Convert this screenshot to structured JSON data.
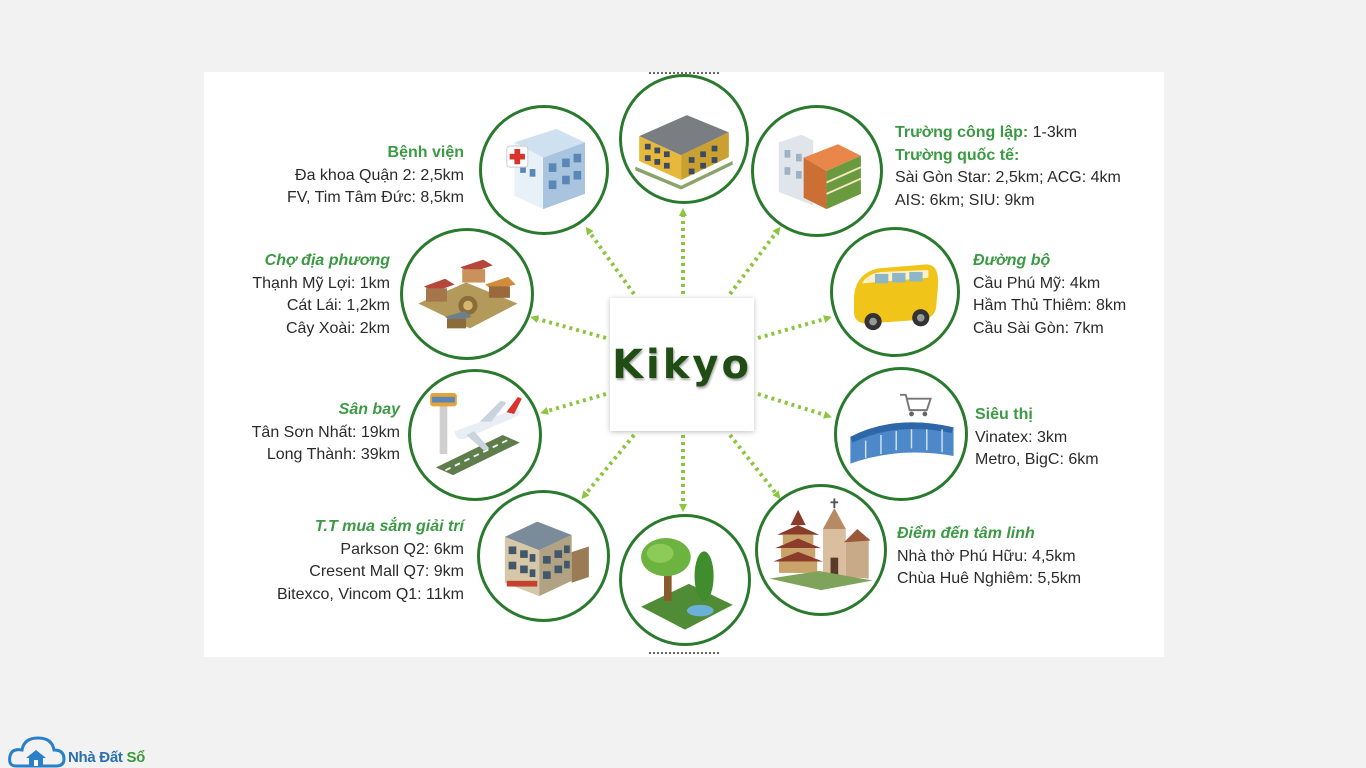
{
  "center": {
    "title": "Kikyo"
  },
  "nodes": {
    "hospital": {
      "heading": "Bệnh viện",
      "lines": [
        "Đa khoa Quận 2: 2,5km",
        "FV, Tim Tâm Đức: 8,5km"
      ]
    },
    "market": {
      "heading": "Chợ địa phương",
      "lines": [
        "Thạnh Mỹ Lợi: 1km",
        "Cát Lái: 1,2km",
        "Cây Xoài: 2km"
      ]
    },
    "airport": {
      "heading": "Sân bay",
      "lines": [
        "Tân Sơn Nhất: 19km",
        "Long Thành: 39km"
      ]
    },
    "mall": {
      "heading": "T.T mua sắm giải trí",
      "lines": [
        "Parkson Q2: 6km",
        "Cresent Mall Q7: 9km",
        "Bitexco, Vincom Q1: 11km"
      ]
    },
    "school": {
      "heading1": "Trường công lập:",
      "value1": " 1-3km",
      "heading2": "Trường quốc tế:",
      "lines": [
        "Sài Gòn Star: 2,5km; ACG: 4km",
        "AIS: 6km; SIU: 9km"
      ]
    },
    "road": {
      "heading": "Đường bộ",
      "lines": [
        "Cầu Phú Mỹ: 4km",
        "Hầm Thủ Thiêm: 8km",
        "Cầu Sài Gòn: 7km"
      ]
    },
    "supermarket": {
      "heading": "Siêu thị",
      "lines": [
        "Vinatex: 3km",
        "Metro, BigC: 6km"
      ]
    },
    "spiritual": {
      "heading": "Điểm đến tâm linh",
      "lines": [
        "Nhà thờ Phú Hữu: 4,5km",
        "Chùa Huê Nghiêm: 5,5km"
      ]
    }
  },
  "logo": {
    "brand_a": "Nhà Đất ",
    "brand_b": "Sổ"
  },
  "colors": {
    "ring": "#2a7a2e",
    "heading": "#3b9a43",
    "arrow": "#8cc63f",
    "center_text": "#1f4d14"
  }
}
